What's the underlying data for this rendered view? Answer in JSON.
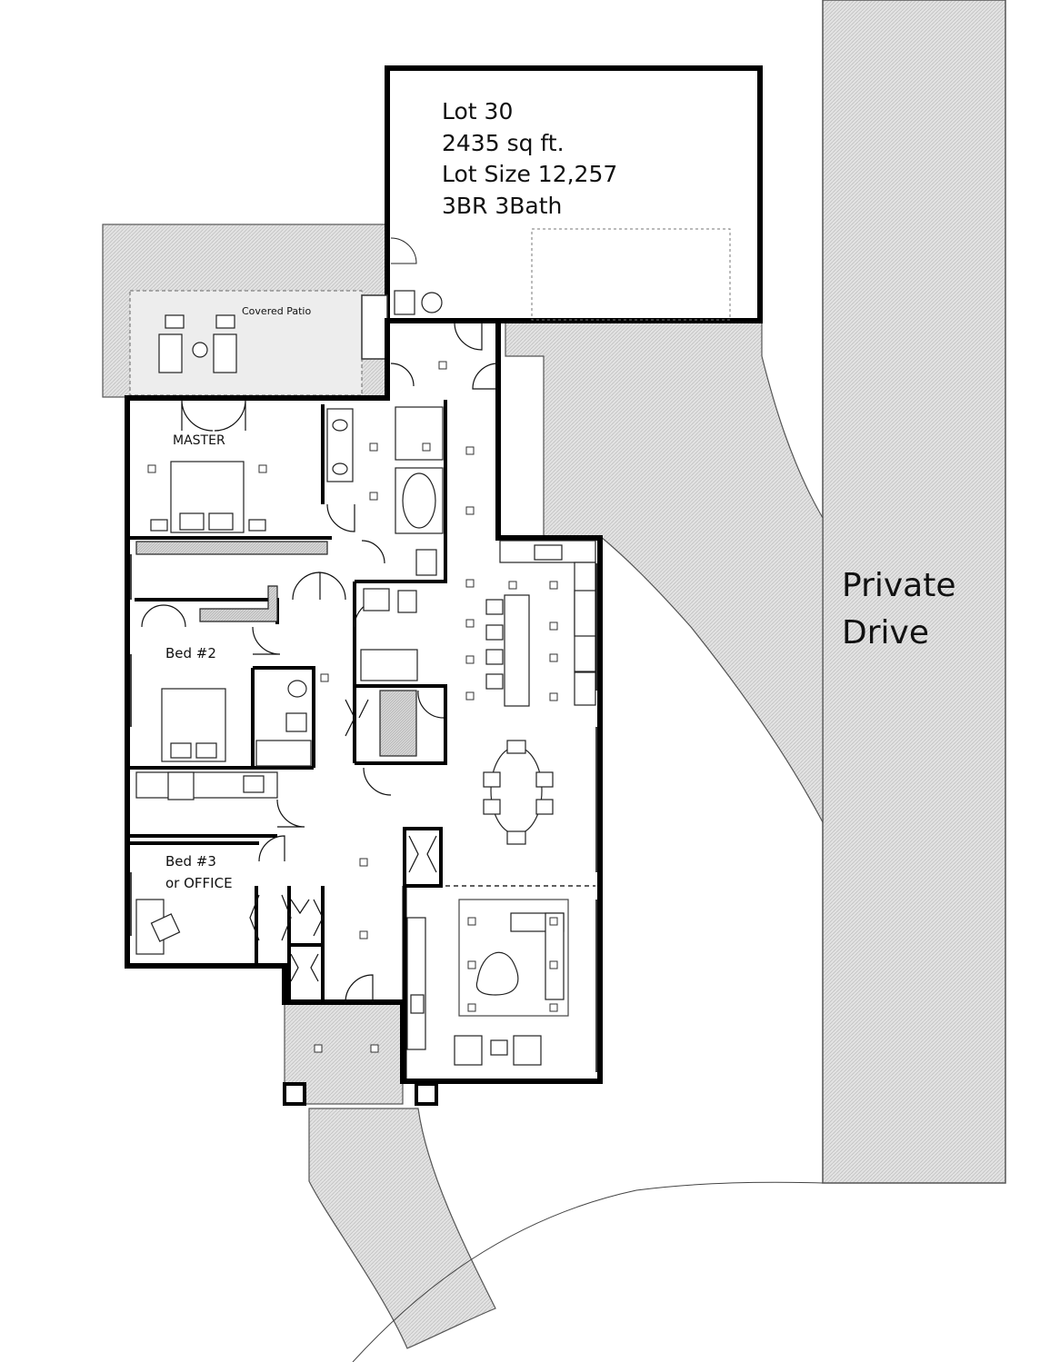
{
  "info_block": {
    "line1": "Lot 30",
    "line2": "2435 sq ft.",
    "line3": "Lot Size 12,257",
    "line4": "3BR 3Bath"
  },
  "rooms": {
    "covered_patio": "Covered Patio",
    "master": "MASTER",
    "bed2": "Bed #2",
    "bed3_line1": "Bed #3",
    "bed3_line2": "or OFFICE"
  },
  "site": {
    "drive_line1": "Private",
    "drive_line2": "Drive"
  }
}
